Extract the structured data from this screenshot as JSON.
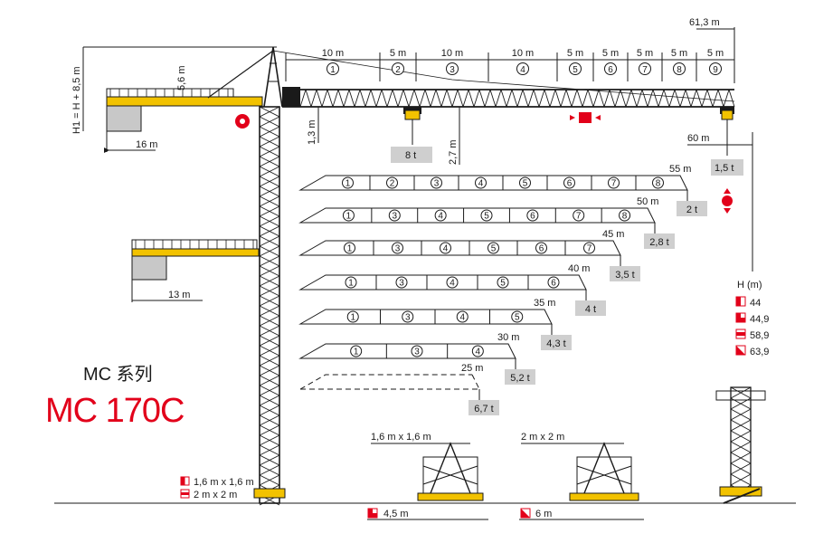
{
  "title_series": "MC 系列",
  "title_model": "MC 170C",
  "colors": {
    "accent_red": "#e2001a",
    "crane_yellow": "#f2c200",
    "label_grey": "#cfcfcf",
    "ink": "#1a1a1a"
  },
  "top_dimensions": {
    "total": "61,3 m",
    "segments": [
      {
        "len": "10 m",
        "num": "1"
      },
      {
        "len": "5 m",
        "num": "2"
      },
      {
        "len": "10 m",
        "num": "3"
      },
      {
        "len": "10 m",
        "num": "4"
      },
      {
        "len": "5 m",
        "num": "5"
      },
      {
        "len": "5 m",
        "num": "6"
      },
      {
        "len": "5 m",
        "num": "7"
      },
      {
        "len": "5 m",
        "num": "8"
      },
      {
        "len": "5 m",
        "num": "9"
      }
    ]
  },
  "crane_labels": {
    "h1": "H1 = H + 8,5 m",
    "head_height": "5,6 m",
    "counter_jib_long": "16 m",
    "counter_jib_short": "13 m",
    "jib_height": "1,3 m",
    "trolley_height": "2,7 m",
    "reach_60": "60 m",
    "max_load": "8 t",
    "tip_load": "1,5 t"
  },
  "jib_configs": [
    {
      "reach": "55 m",
      "load": "2 t",
      "segments": [
        "1",
        "2",
        "3",
        "4",
        "5",
        "6",
        "7",
        "8"
      ]
    },
    {
      "reach": "50 m",
      "load": "2,8 t",
      "segments": [
        "1",
        "3",
        "4",
        "5",
        "6",
        "7",
        "8"
      ]
    },
    {
      "reach": "45 m",
      "load": "3,5 t",
      "segments": [
        "1",
        "3",
        "4",
        "5",
        "6",
        "7"
      ]
    },
    {
      "reach": "40 m",
      "load": "4 t",
      "segments": [
        "1",
        "3",
        "4",
        "5",
        "6"
      ]
    },
    {
      "reach": "35 m",
      "load": "4,3 t",
      "segments": [
        "1",
        "3",
        "4",
        "5"
      ]
    },
    {
      "reach": "30 m",
      "load": "5,2 t",
      "segments": [
        "1",
        "3",
        "4"
      ]
    },
    {
      "reach": "25 m",
      "load": "6,7 t",
      "segments": []
    }
  ],
  "height_legend": {
    "title": "H (m)",
    "items": [
      "44",
      "44,9",
      "58,9",
      "63,9"
    ]
  },
  "mast_legend": [
    "1,6 m x 1,6 m",
    "2 m x 2 m"
  ],
  "bases": [
    {
      "size": "1,6 m x 1,6 m",
      "span": "4,5 m"
    },
    {
      "size": "2 m x 2 m",
      "span": "6 m"
    }
  ]
}
